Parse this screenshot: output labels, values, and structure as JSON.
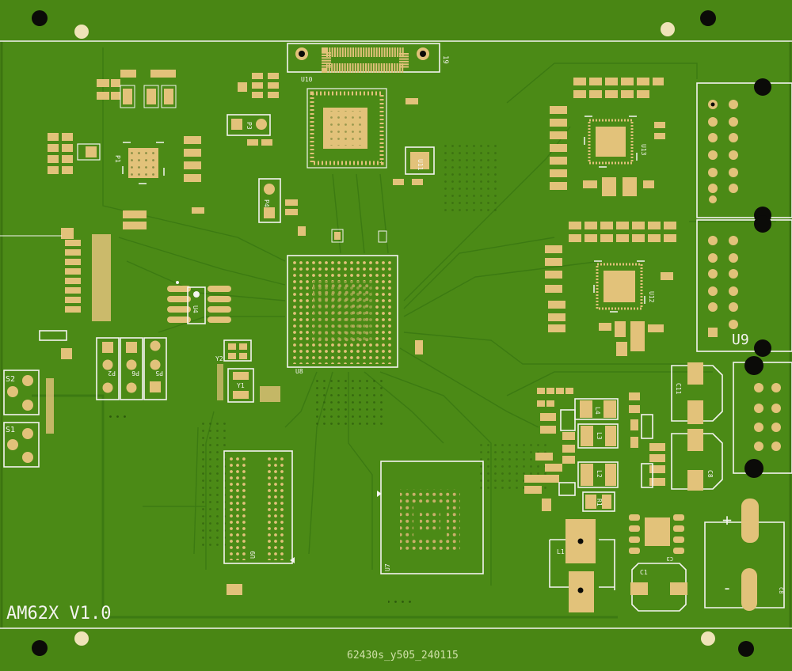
{
  "board": {
    "title": "AM62X V1.0",
    "footer_code": "62430s_y505_240115",
    "colors": {
      "soldermask": "#4b8a16",
      "soldermask_dark": "#3c7410",
      "copper_pad": "#e2c27a",
      "silkscreen": "#f4f4f0",
      "hole": "#0b0b08"
    }
  },
  "designators": {
    "u8": "U8",
    "u7": "U7",
    "u9": "U9",
    "u10": "U10",
    "u11": "U11",
    "u12": "U12",
    "u13": "U13",
    "u4": "U4",
    "y1": "Y1",
    "y2": "Y2",
    "p1": "P1",
    "p2": "P2",
    "p3": "P3",
    "p4": "P4",
    "p5": "P5",
    "p6": "P6",
    "s1": "S1",
    "s2": "S2",
    "l1": "L1",
    "l2": "L2",
    "l3": "L3",
    "l4": "L4",
    "c1": "C1",
    "c3": "C3",
    "c8": "C8",
    "c11": "C11",
    "conn19": "19",
    "r1": "R1",
    "plus": "+",
    "minus": "-"
  }
}
